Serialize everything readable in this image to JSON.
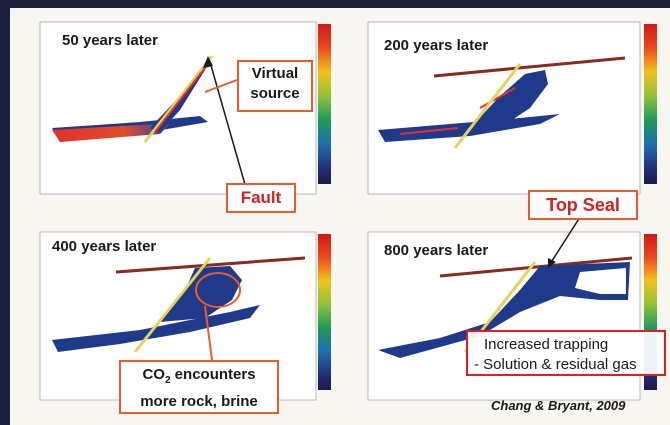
{
  "panels": [
    {
      "title": "50 years later"
    },
    {
      "title": "200 years later"
    },
    {
      "title": "400 years later"
    },
    {
      "title": "800 years later"
    }
  ],
  "callouts": {
    "virtual_source_line1": "Virtual",
    "virtual_source_line2": "source",
    "fault": "Fault",
    "top_seal": "Top Seal",
    "co2_line1_pre": "CO",
    "co2_line1_sub": "2",
    "co2_line1_post": " encounters",
    "co2_line2": "more rock, brine",
    "trapping_line1": "Increased trapping",
    "trapping_line2": "- Solution & residual gas"
  },
  "citation": "Chang & Bryant, 2009",
  "colors": {
    "plume": "#1f3a8a",
    "plume_dark": "#15286b",
    "plume_hot": "#e2312a",
    "fault": "#e6d35a",
    "seal": "#8a2a1c",
    "callout_border": "#ef5a2a",
    "background": "#f7f6f1",
    "frame": "#1c2341"
  }
}
